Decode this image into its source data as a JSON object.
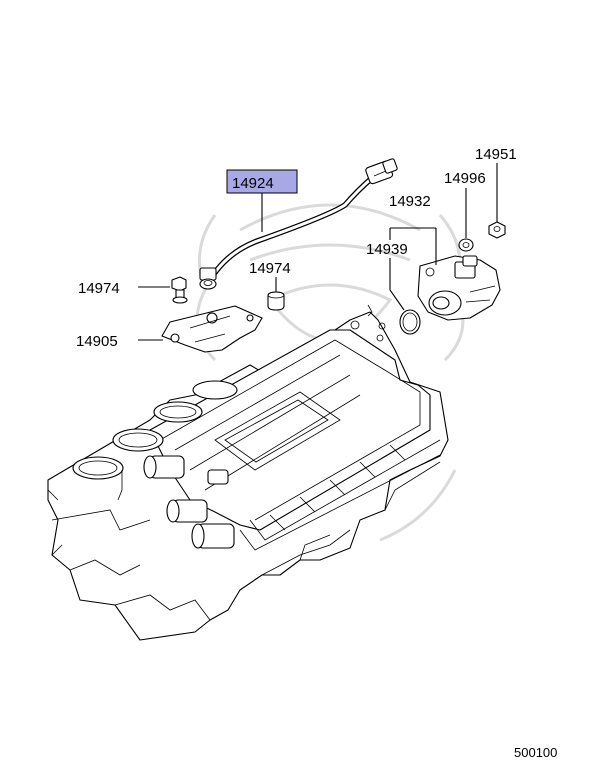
{
  "callouts": {
    "sensor_cable": "14924",
    "cam_sensor": "14932",
    "washer": "14996",
    "nut": "14951",
    "o_ring": "14939",
    "bolt_left": "14974",
    "bolt_center": "14974",
    "bracket": "14905"
  },
  "diagram_code": "500100",
  "colors": {
    "highlight": "#a8a8e6",
    "watermark": "#d6d6d6"
  }
}
